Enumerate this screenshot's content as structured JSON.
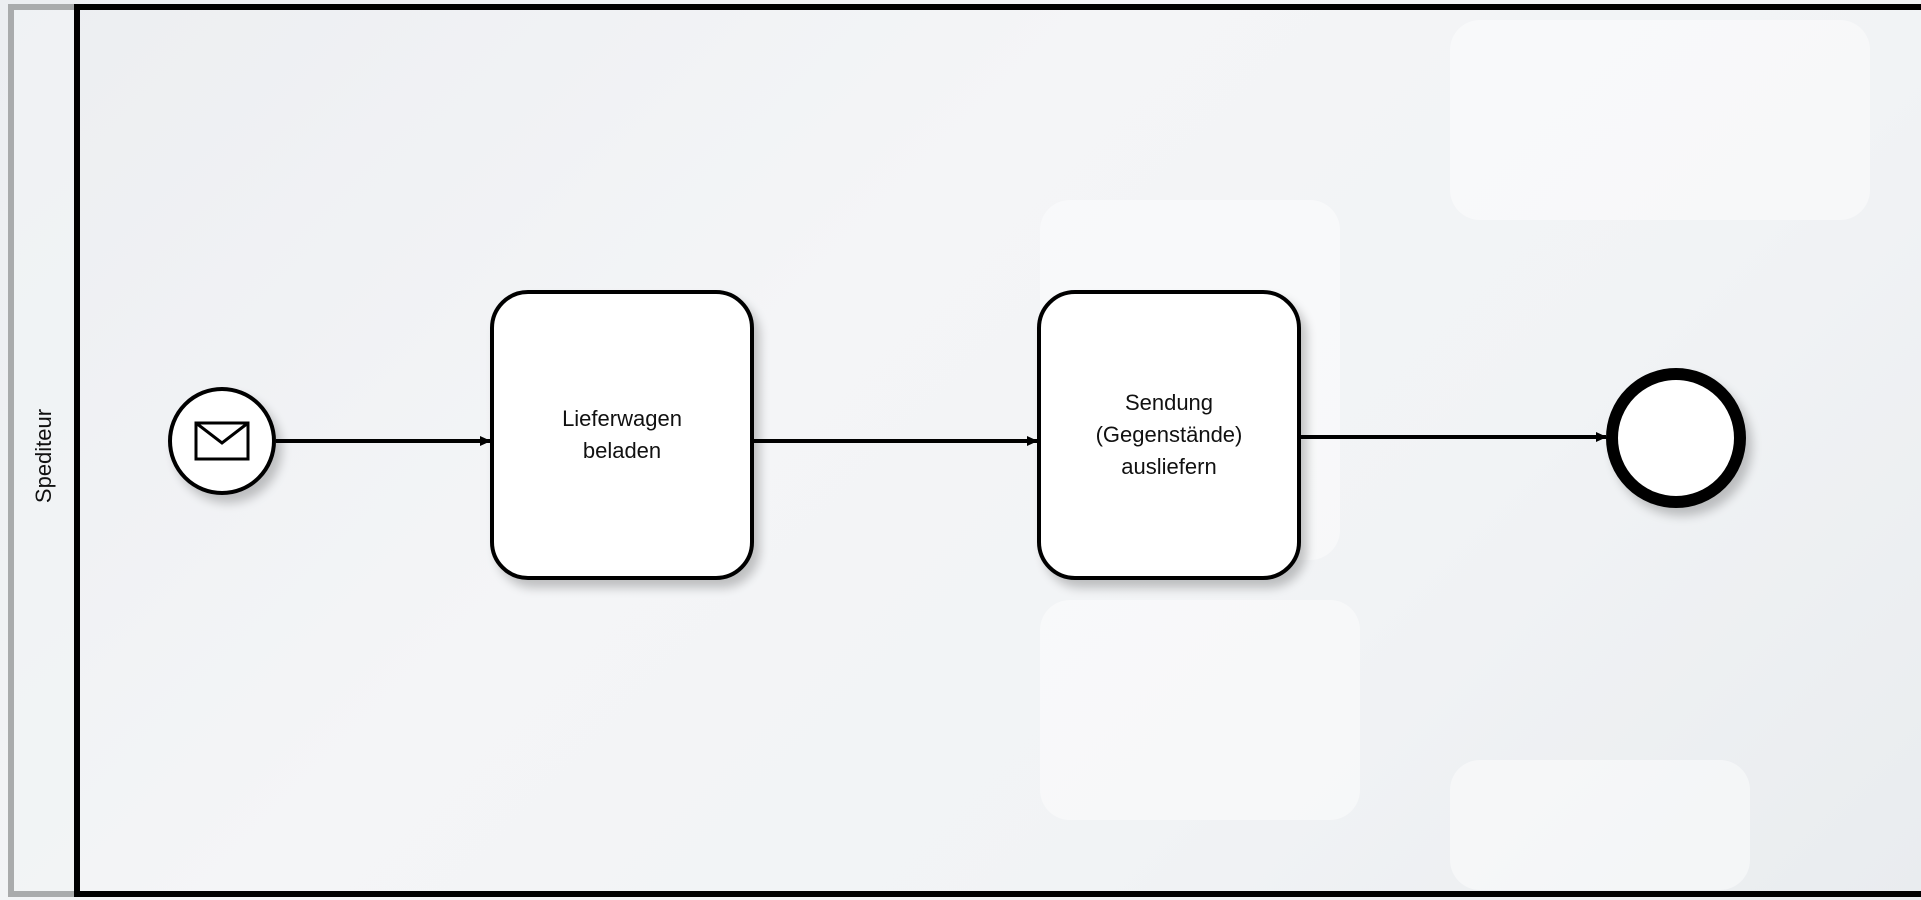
{
  "lane": {
    "label": "Spediteur"
  },
  "start_event": {
    "type": "message-start-event",
    "icon": "envelope-icon"
  },
  "tasks": [
    {
      "label": "Lieferwagen\nbeladen"
    },
    {
      "label": "Sendung\n(Gegenstände)\nausliefern"
    }
  ],
  "end_event": {
    "type": "end-event"
  },
  "colors": {
    "stroke": "#000000",
    "fill": "#ffffff",
    "background": "#f1f3f5"
  }
}
